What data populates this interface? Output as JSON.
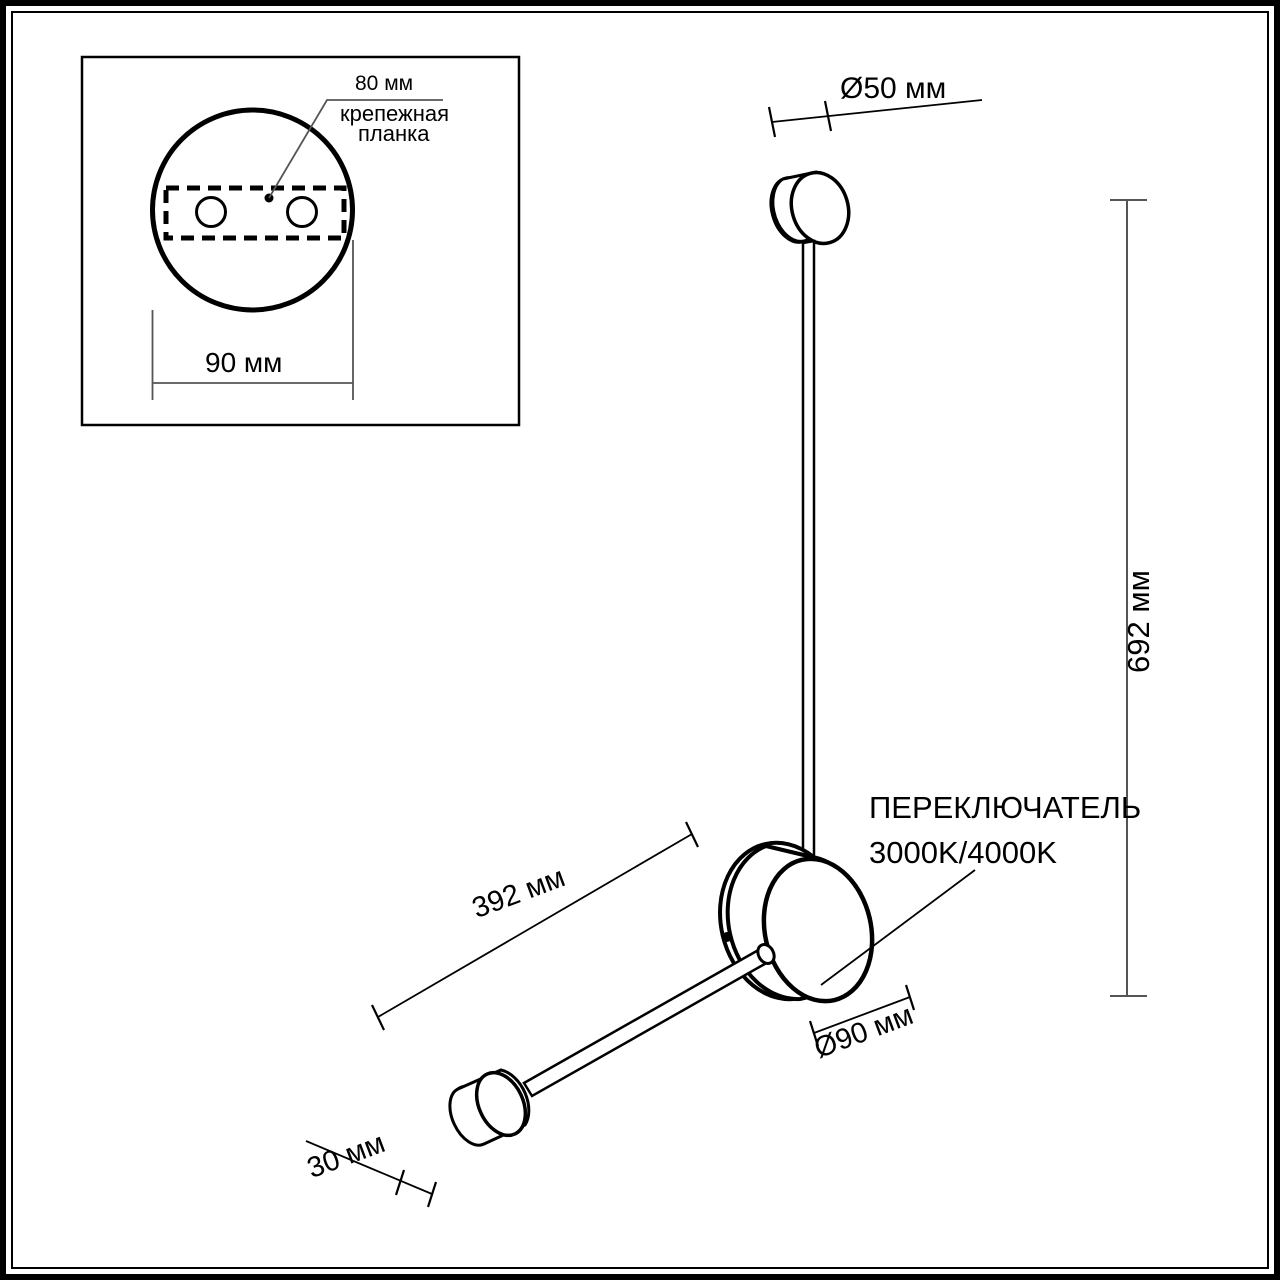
{
  "drawing": {
    "title": "Wall lamp technical dimension drawing",
    "detail_view": {
      "name": "mounting-plate-detail",
      "labels": {
        "bracket_size": "80 мм",
        "bracket_name_line1": "крепежная",
        "bracket_name_line2": "планка",
        "base_diameter": "90 мм"
      }
    },
    "dimensions": {
      "head_diameter": "Ø50 мм",
      "total_height": "692 мм",
      "arm_length": "392 мм",
      "hub_diameter": "Ø90 мм",
      "rod_thickness": "30 мм"
    },
    "annotations": {
      "switch_line1": "ПЕРЕКЛЮЧАТЕЛЬ",
      "switch_line2": "3000K/4000K"
    },
    "colors": {
      "line": "#000000",
      "dimension_line": "#555555",
      "background": "#ffffff"
    }
  },
  "chart_data": {
    "type": "diagram",
    "title": "Светильник настенный — габаритный чертёж",
    "measurements": [
      {
        "label": "Ø50 мм",
        "value": 50,
        "unit": "мм",
        "target": "верхняя головка"
      },
      {
        "label": "692 мм",
        "value": 692,
        "unit": "мм",
        "target": "общая высота"
      },
      {
        "label": "392 мм",
        "value": 392,
        "unit": "мм",
        "target": "длина нижнего плеча"
      },
      {
        "label": "Ø90 мм",
        "value": 90,
        "unit": "мм",
        "target": "центральный корпус"
      },
      {
        "label": "30 мм",
        "value": 30,
        "unit": "мм",
        "target": "толщина штанги"
      },
      {
        "label": "90 мм",
        "value": 90,
        "unit": "мм",
        "target": "основание (деталь)"
      },
      {
        "label": "80 мм",
        "value": 80,
        "unit": "мм",
        "target": "крепежная планка"
      }
    ]
  }
}
